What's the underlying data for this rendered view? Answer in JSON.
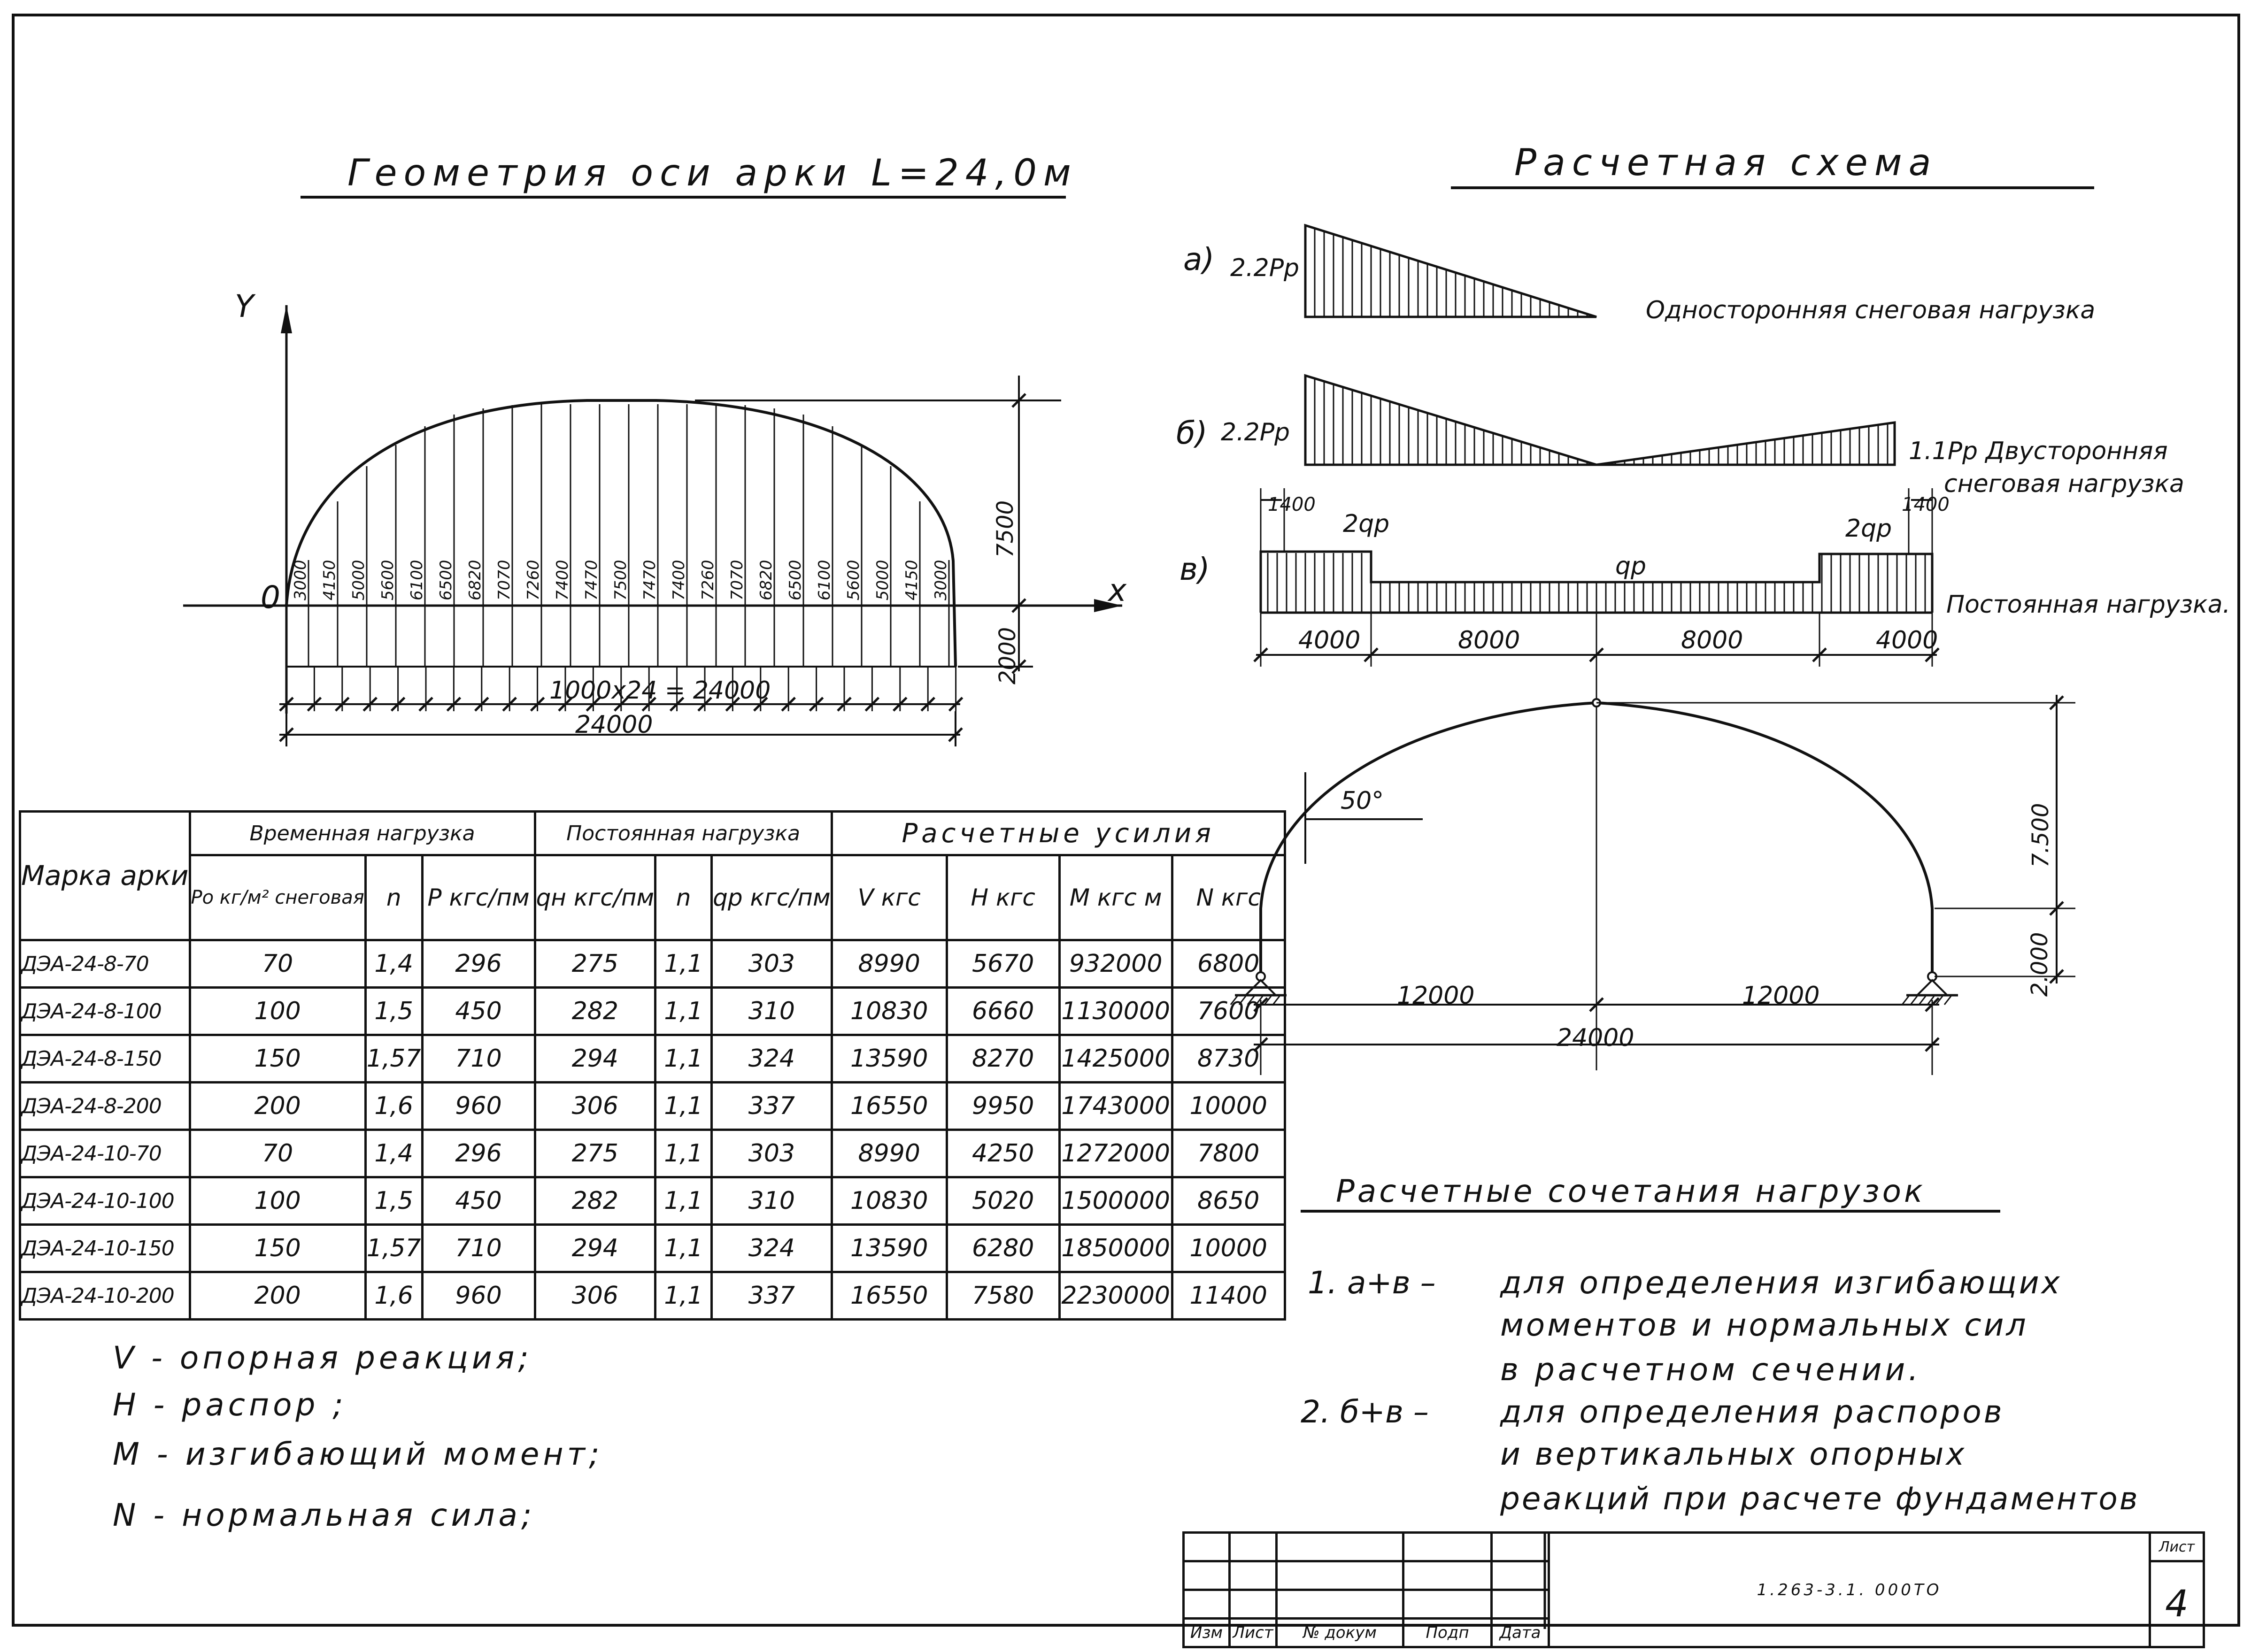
{
  "geometry": {
    "title": "Геометрия оси арки L=24,0м",
    "y_axis": "Y",
    "x_axis": "x",
    "origin": "0",
    "height_rise": "7500",
    "height_wall": "2000",
    "spacing": "1000x24 = 24000",
    "span": "24000",
    "ordinates": [
      "3000",
      "4150",
      "5000",
      "5600",
      "6100",
      "6500",
      "6820",
      "7070",
      "7260",
      "7400",
      "7470",
      "7500",
      "7470",
      "7400",
      "7260",
      "7070",
      "6820",
      "6500",
      "6100",
      "5600",
      "5000",
      "4150",
      "3000"
    ]
  },
  "scheme": {
    "title": "Расчетная схема",
    "a": {
      "letter": "а)",
      "load": "2.2Pр",
      "desc": "Односторонняя снеговая нагрузка"
    },
    "b": {
      "letter": "б)",
      "load_left": "2.2Pр",
      "load_right": "1.1Pр Двусторонняя",
      "desc": "снеговая нагрузка"
    },
    "v": {
      "letter": "в)",
      "edge_width": "1400",
      "load_edge": "2qр",
      "load_mid": "qр",
      "desc": "Постоянная нагрузка.",
      "segments": [
        "4000",
        "8000",
        "8000",
        "4000"
      ]
    },
    "frame": {
      "angle": "50°",
      "rise": "7.500",
      "wall": "2.000",
      "half_left": "12000",
      "half_right": "12000",
      "span": "24000"
    }
  },
  "table": {
    "header": {
      "mark": "Марка арки",
      "group_temp": "Временная нагрузка",
      "group_perm": "Постоянная нагрузка",
      "group_forces": "Расчетные усилия",
      "cols": [
        "Pо кг/м² снеговая",
        "n",
        "P кгс/пм",
        "qн кгс/пм",
        "n",
        "qр кгс/пм",
        "V кгс",
        "H кгс",
        "M кгс м",
        "N кгс"
      ]
    },
    "rows": [
      [
        "ДЭА-24-8-70",
        "70",
        "1,4",
        "296",
        "275",
        "1,1",
        "303",
        "8990",
        "5670",
        "932000",
        "6800"
      ],
      [
        "ДЭА-24-8-100",
        "100",
        "1,5",
        "450",
        "282",
        "1,1",
        "310",
        "10830",
        "6660",
        "1130000",
        "7600"
      ],
      [
        "ДЭА-24-8-150",
        "150",
        "1,57",
        "710",
        "294",
        "1,1",
        "324",
        "13590",
        "8270",
        "1425000",
        "8730"
      ],
      [
        "ДЭА-24-8-200",
        "200",
        "1,6",
        "960",
        "306",
        "1,1",
        "337",
        "16550",
        "9950",
        "1743000",
        "10000"
      ],
      [
        "ДЭА-24-10-70",
        "70",
        "1,4",
        "296",
        "275",
        "1,1",
        "303",
        "8990",
        "4250",
        "1272000",
        "7800"
      ],
      [
        "ДЭА-24-10-100",
        "100",
        "1,5",
        "450",
        "282",
        "1,1",
        "310",
        "10830",
        "5020",
        "1500000",
        "8650"
      ],
      [
        "ДЭА-24-10-150",
        "150",
        "1,57",
        "710",
        "294",
        "1,1",
        "324",
        "13590",
        "6280",
        "1850000",
        "10000"
      ],
      [
        "ДЭА-24-10-200",
        "200",
        "1,6",
        "960",
        "306",
        "1,1",
        "337",
        "16550",
        "7580",
        "2230000",
        "11400"
      ]
    ]
  },
  "legend": [
    "V - опорная реакция;",
    "H - распор ;",
    "M - изгибающий момент;",
    "N - нормальная сила;"
  ],
  "combinations": {
    "title": "Расчетные сочетания нагрузок",
    "items": [
      {
        "key": "1. а+в –",
        "lines": [
          "для определения изгибающих",
          "моментов и нормальных сил",
          "в расчетном сечении."
        ]
      },
      {
        "key": "2. б+в –",
        "lines": [
          "для определения распоров",
          "и вертикальных опорных",
          "реакций при расчете фундаментов"
        ]
      }
    ]
  },
  "title_block": {
    "code": "1.263-3.1. 000ТО",
    "sheet_label": "Лист",
    "sheet_number": "4",
    "cols": [
      "Изм",
      "Лист",
      "№ докум",
      "Подп",
      "Дата"
    ]
  }
}
